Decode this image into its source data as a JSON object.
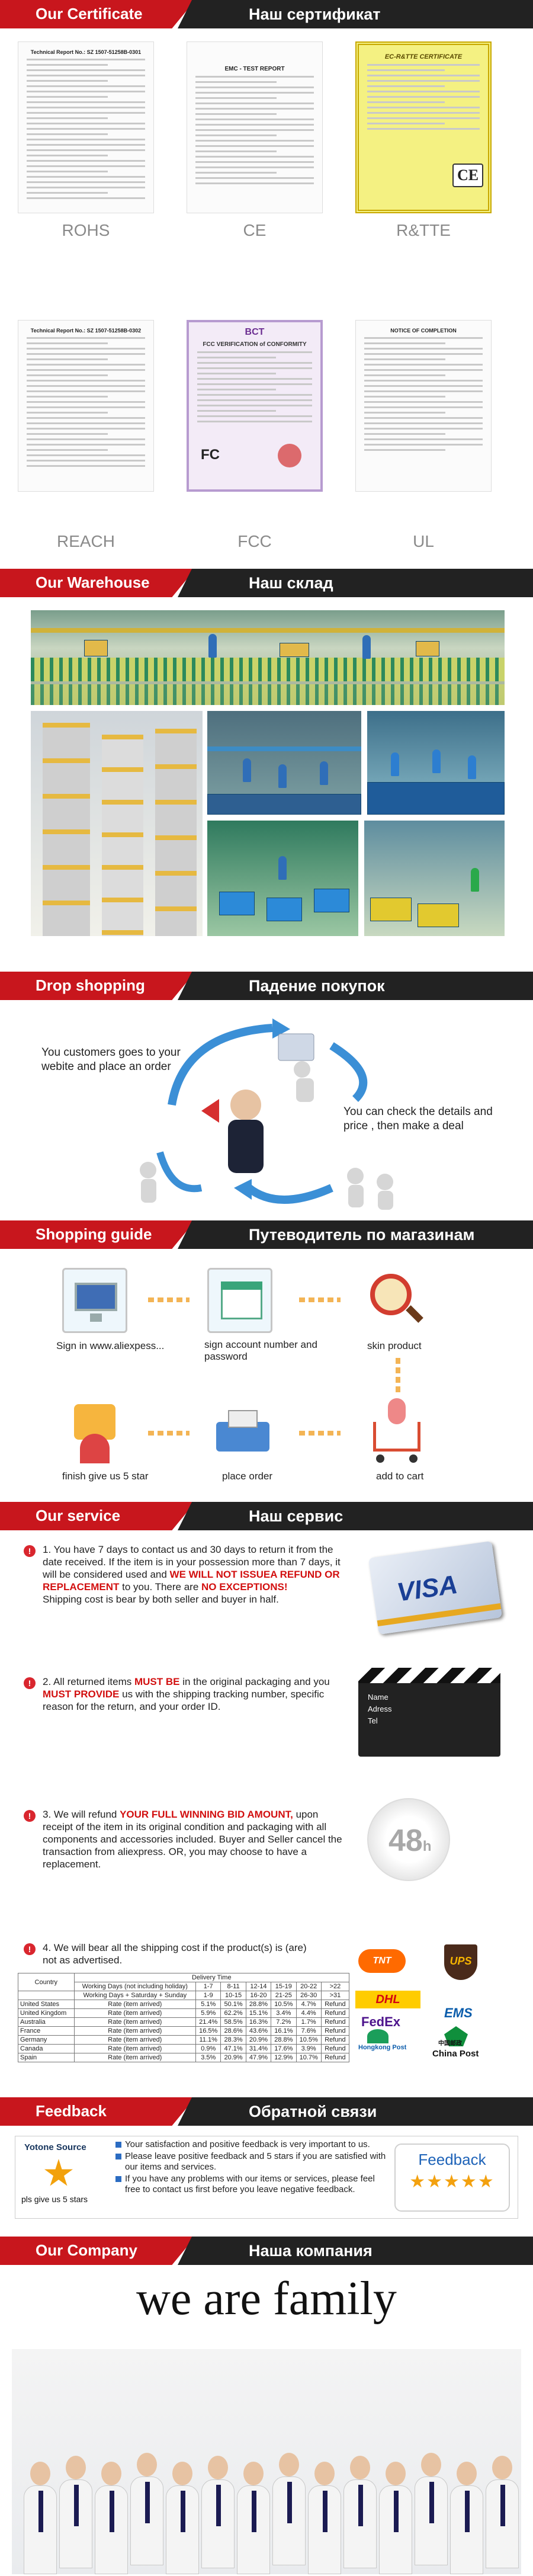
{
  "certificate": {
    "title_en": "Our Certificate",
    "title_ru": "Наш сертификат",
    "items": [
      {
        "caption": "ROHS",
        "doc_title": "Technical Report No.: SZ 1507-51258B-0301"
      },
      {
        "caption": "CE",
        "doc_title": "EMC - TEST REPORT"
      },
      {
        "caption": "R&TTE",
        "doc_title": "EC-R&TTE CERTIFICATE"
      },
      {
        "caption": "REACH",
        "doc_title": "Technical Report No.: SZ 1507-51258B-0302"
      },
      {
        "caption": "FCC",
        "doc_title": "FCC VERIFICATION of CONFORMITY"
      },
      {
        "caption": "UL",
        "doc_title": "NOTICE OF COMPLETION"
      }
    ],
    "bct_logo": "BCT",
    "ce_mark": "CE",
    "fcc_mark": "FC"
  },
  "warehouse": {
    "title_en": "Our Warehouse",
    "title_ru": "Наш склад"
  },
  "dropship": {
    "title_en": "Drop shopping",
    "title_ru": "Падение покупок",
    "left_text": "You customers goes to your webite and place an order",
    "right_text": "You can check the details and price , then make a deal"
  },
  "guide": {
    "title_en": "Shopping guide",
    "title_ru": "Путеводитель по магазинам",
    "steps": [
      {
        "label": "Sign in www.aliexpess...",
        "icon": "computer-sign-in-icon"
      },
      {
        "label": "sign account number and password",
        "icon": "account-calendar-icon"
      },
      {
        "label": "skin product",
        "icon": "magnifier-product-icon"
      },
      {
        "label": "add to cart",
        "icon": "shopping-cart-icon"
      },
      {
        "label": "place order",
        "icon": "place-order-icon"
      },
      {
        "label": "finish give us 5 star",
        "icon": "five-star-icon"
      }
    ]
  },
  "service": {
    "title_en": "Our service",
    "title_ru": "Наш сервис",
    "item1": {
      "pre": "1. You have 7 days to contact us and 30 days to return it from the date received. If the item is in your possession more than 7 days, it will be considered used and ",
      "red": "WE WILL NOT ISSUEA REFUND OR REPLACEMENT",
      "mid": " to you. There are ",
      "red2": "NO EXCEPTIONS!",
      "post": "Shipping cost is bear by both seller and buyer in half."
    },
    "item2": {
      "pre": "2. All returned items ",
      "red": "MUST BE",
      "mid": " in the original packaging and you ",
      "red2": "MUST PROVIDE",
      "post": " us with the shipping tracking number, specific reason for the return, and your order ID."
    },
    "item3": {
      "pre": "3. We will refund ",
      "red": "YOUR FULL WINNING BID AMOUNT,",
      "post": " upon receipt of the item in its original condition and packaging with all components and accessories included. Buyer and Seller cancel the transaction from aliexpress. OR, you may choose to have a replacement."
    },
    "item4": {
      "text": "4. We will bear all the shipping cost if the product(s) is (are) not as advertised."
    },
    "visa": "VISA",
    "clapper": {
      "line1": "Name",
      "line2": "Adress",
      "line3": "Tel"
    },
    "hours": "48",
    "hours_suffix": "h",
    "couriers": [
      "TNT",
      "UPS",
      "DHL",
      "FedEx",
      "EMS",
      "Hongkong Post",
      "China Post"
    ],
    "china_post_cn": "中国邮政"
  },
  "delivery_table": {
    "header": [
      "Country",
      "Delivery Time"
    ],
    "row_wd": [
      "Working Days (not including holiday)",
      "1-7",
      "8-11",
      "12-14",
      "15-19",
      "20-22",
      ">22"
    ],
    "row_wd2": [
      "Working Days + Saturday + Sunday",
      "1-9",
      "10-15",
      "16-20",
      "21-25",
      "26-30",
      ">31"
    ],
    "rows": [
      [
        "United States",
        "Rate (item arrived)",
        "5.1%",
        "50.1%",
        "28.8%",
        "10.5%",
        "4.7%",
        "Refund"
      ],
      [
        "United Kingdom",
        "Rate (item arrived)",
        "5.9%",
        "62.2%",
        "15.1%",
        "3.4%",
        "4.4%",
        "Refund"
      ],
      [
        "Australia",
        "Rate (item arrived)",
        "21.4%",
        "58.5%",
        "16.3%",
        "7.2%",
        "1.7%",
        "Refund"
      ],
      [
        "France",
        "Rate (item arrived)",
        "16.5%",
        "28.6%",
        "43.6%",
        "16.1%",
        "7.6%",
        "Refund"
      ],
      [
        "Germany",
        "Rate (item arrived)",
        "11.1%",
        "28.3%",
        "20.9%",
        "28.8%",
        "10.5%",
        "Refund"
      ],
      [
        "Canada",
        "Rate (item arrived)",
        "0.9%",
        "47.1%",
        "31.4%",
        "17.6%",
        "3.9%",
        "Refund"
      ],
      [
        "Spain",
        "Rate (item arrived)",
        "3.5%",
        "20.9%",
        "47.9%",
        "12.9%",
        "10.7%",
        "Refund"
      ]
    ]
  },
  "feedback": {
    "title_en": "Feedback",
    "title_ru": "Обратной связи",
    "brand": "Yotone Source",
    "plea": "pls give us 5 stars",
    "bullets": [
      "Your satisfaction and positive feedback is very important to us.",
      "Please leave positive feedback and 5 stars if you are satisfied with our items and services.",
      "If you have any problems with our items or services, please feel free to contact us first before you leave negative feedback."
    ],
    "box_title": "Feedback",
    "stars": "★★★★★"
  },
  "company": {
    "title_en": "Our Company",
    "title_ru": "Наша компания",
    "headline": "we are family"
  },
  "colors": {
    "banner_red": "#c8161d",
    "banner_dark": "#222222",
    "accent_red": "#d20f0f"
  }
}
